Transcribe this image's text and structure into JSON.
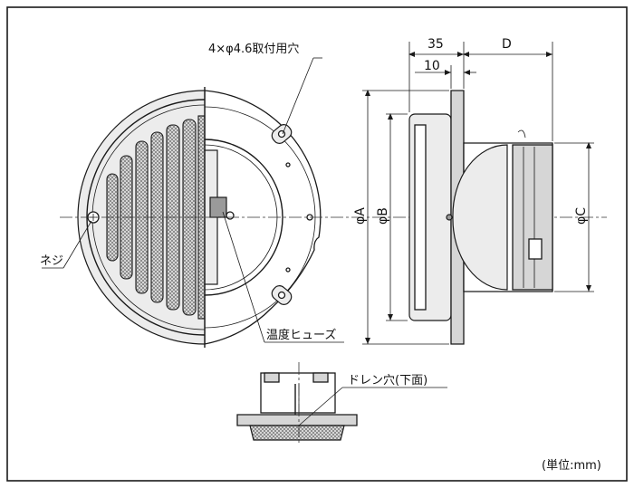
{
  "labels": {
    "mounting_holes": "4×φ4.6取付用穴",
    "screw": "ネジ",
    "thermal_fuse": "温度ヒューズ",
    "drain_hole": "ドレン穴(下面)",
    "unit": "(単位:mm)"
  },
  "dimensions": {
    "dim_35": "35",
    "dim_10": "10",
    "dim_D": "D",
    "phi_A": "φA",
    "phi_B": "φB",
    "phi_C": "φC"
  },
  "colors": {
    "line": "#1a1a1a",
    "metal_fill": "#d6d6d6",
    "mesh": "#8c8c8c"
  }
}
